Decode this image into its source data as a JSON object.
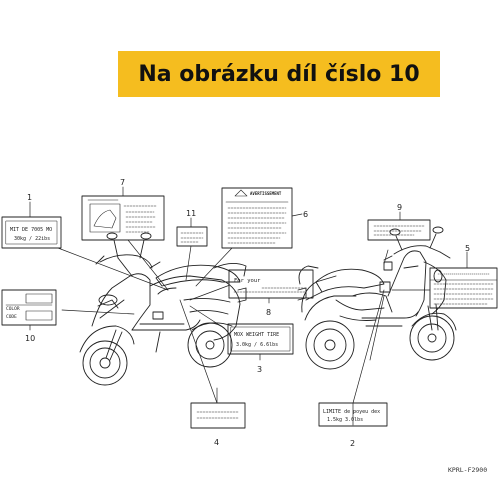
{
  "banner": {
    "title": "Na obrázku díl číslo 10"
  },
  "callouts": {
    "n1": "1",
    "n2": "2",
    "n3": "3",
    "n4": "4",
    "n5": "5",
    "n6": "6",
    "n7": "7",
    "n8": "8",
    "n9": "9",
    "n10": "10",
    "n11": "11"
  },
  "labels": {
    "l1": {
      "line1": "MIT DE 7005 MO",
      "line2": "30kg / 22ibs"
    },
    "l2": {
      "line1": "LIMITE de poyeu dex",
      "line2": "1.5kg   3.0lbs"
    },
    "l3": {
      "line1": "MOX WEIGHT TIRE",
      "line2": "3.0kg / 6.6lbs"
    },
    "l6": {
      "header": "AVERTISSEMENT"
    },
    "l8": {
      "line1": "For your"
    },
    "l10": {
      "color": "COLOR",
      "code": "CODE"
    }
  },
  "catalog_code": "KPRL-F2900"
}
